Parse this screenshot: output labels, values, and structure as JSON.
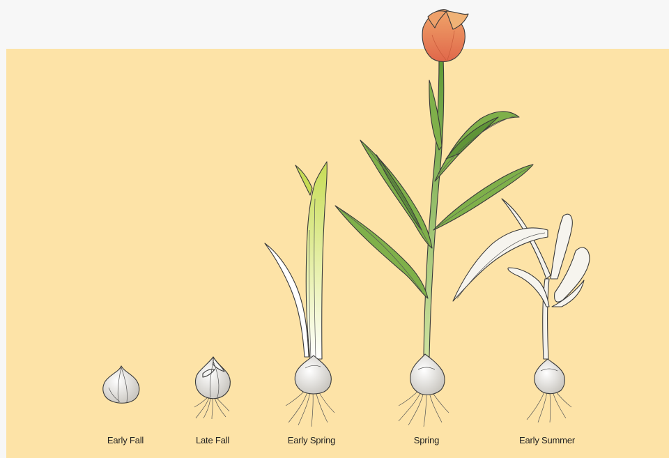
{
  "stages": [
    {
      "id": "early-fall",
      "label": "Early Fall"
    },
    {
      "id": "late-fall",
      "label": "Late Fall"
    },
    {
      "id": "early-spring",
      "label": "Early Spring"
    },
    {
      "id": "spring",
      "label": "Spring"
    },
    {
      "id": "early-summer",
      "label": "Early Summer"
    }
  ],
  "colors": {
    "background": "#fde3a7",
    "page": "#f7f7f7",
    "leaf": "#7fb04a",
    "leaf_dark": "#4f7d2c",
    "new_shoot": "#d8e66a",
    "flower": "#e98b5c",
    "flower_edge": "#d0603f",
    "wilted": "#f4f2ec",
    "bulb": "#e9e7e2"
  }
}
